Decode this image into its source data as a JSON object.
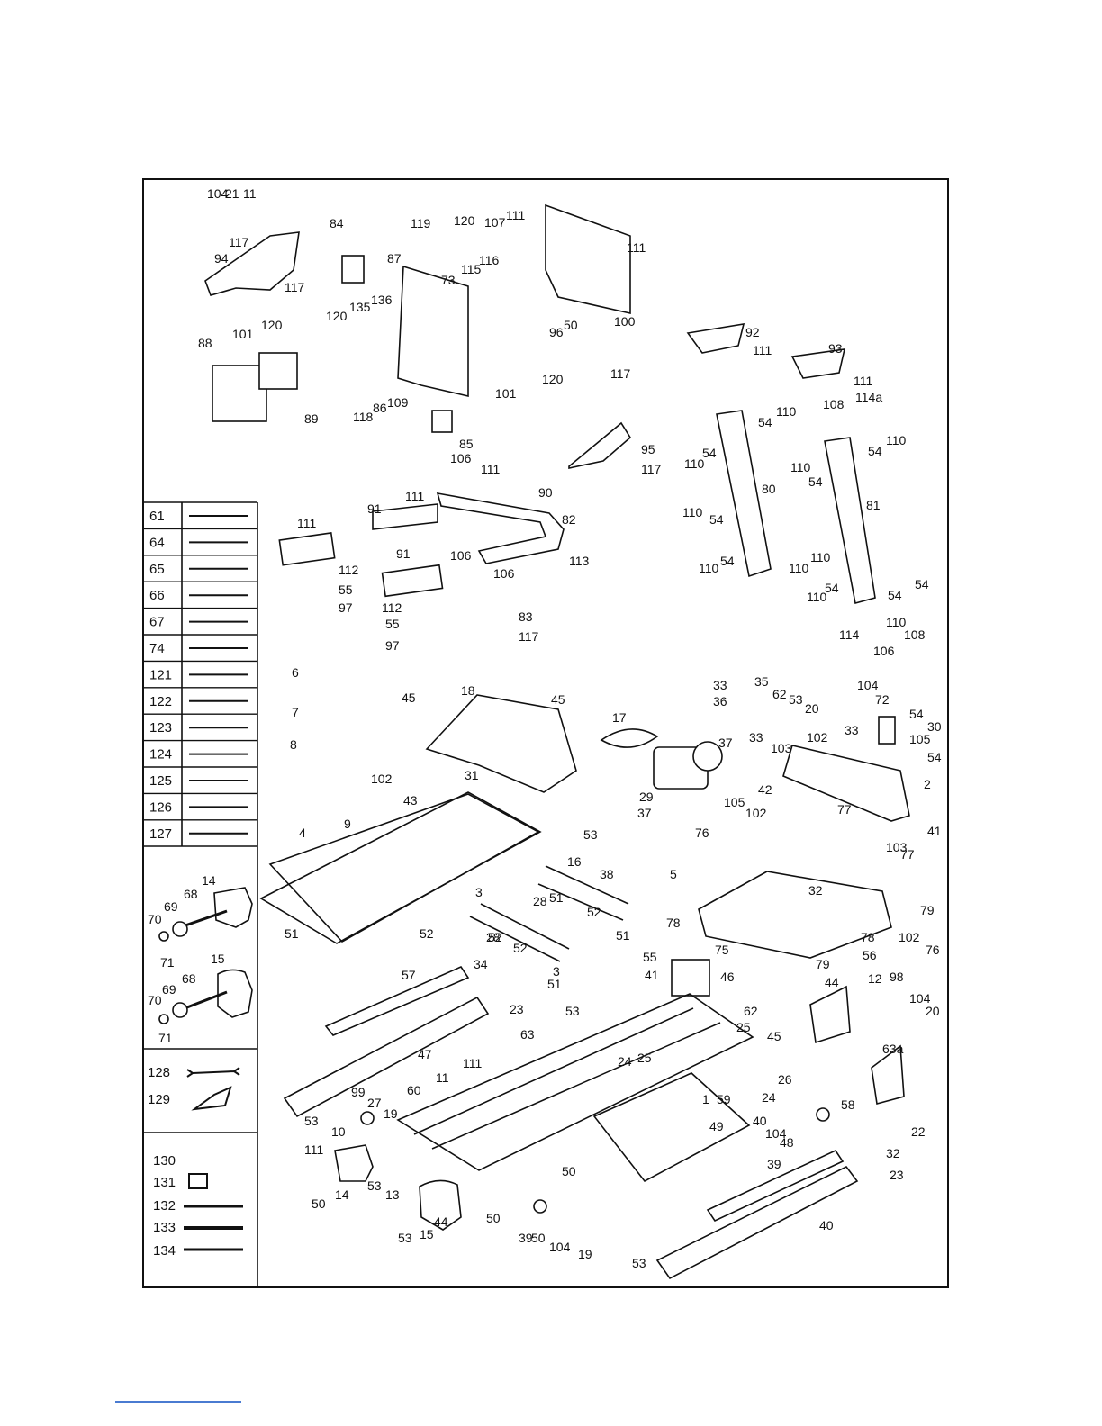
{
  "legend_rows": [
    "61",
    "64",
    "65",
    "66",
    "67",
    "74",
    "121",
    "122",
    "123",
    "124",
    "125",
    "126",
    "127"
  ],
  "legend_group_a": [
    "14",
    "69",
    "68",
    "70",
    "71",
    "15",
    "69",
    "68",
    "70",
    "71"
  ],
  "legend_group_b": [
    "128",
    "129"
  ],
  "legend_group_c": [
    "130",
    "131",
    "132",
    "133",
    "134"
  ],
  "callouts": [
    {
      "t": "84"
    },
    {
      "t": "119"
    },
    {
      "t": "120"
    },
    {
      "t": "107"
    },
    {
      "t": "111"
    },
    {
      "t": "111"
    },
    {
      "t": "117"
    },
    {
      "t": "94"
    },
    {
      "t": "117"
    },
    {
      "t": "87"
    },
    {
      "t": "73"
    },
    {
      "t": "115"
    },
    {
      "t": "116"
    },
    {
      "t": "120"
    },
    {
      "t": "135"
    },
    {
      "t": "136"
    },
    {
      "t": "120"
    },
    {
      "t": "101"
    },
    {
      "t": "88"
    },
    {
      "t": "96"
    },
    {
      "t": "50"
    },
    {
      "t": "100"
    },
    {
      "t": "101"
    },
    {
      "t": "120"
    },
    {
      "t": "89"
    },
    {
      "t": "118"
    },
    {
      "t": "86"
    },
    {
      "t": "109"
    },
    {
      "t": "85"
    },
    {
      "t": "117"
    },
    {
      "t": "95"
    },
    {
      "t": "117"
    },
    {
      "t": "92"
    },
    {
      "t": "111"
    },
    {
      "t": "93"
    },
    {
      "t": "111"
    },
    {
      "t": "110"
    },
    {
      "t": "54"
    },
    {
      "t": "114a"
    },
    {
      "t": "108"
    },
    {
      "t": "110"
    },
    {
      "t": "54"
    },
    {
      "t": "54"
    },
    {
      "t": "110"
    },
    {
      "t": "110"
    },
    {
      "t": "54"
    },
    {
      "t": "80"
    },
    {
      "t": "81"
    },
    {
      "t": "110"
    },
    {
      "t": "54"
    },
    {
      "t": "110"
    },
    {
      "t": "54"
    },
    {
      "t": "110"
    },
    {
      "t": "110"
    },
    {
      "t": "54"
    },
    {
      "t": "110"
    },
    {
      "t": "54"
    },
    {
      "t": "54"
    },
    {
      "t": "110"
    },
    {
      "t": "108"
    },
    {
      "t": "114"
    },
    {
      "t": "106"
    },
    {
      "t": "106"
    },
    {
      "t": "111"
    },
    {
      "t": "90"
    },
    {
      "t": "111"
    },
    {
      "t": "82"
    },
    {
      "t": "91"
    },
    {
      "t": "111"
    },
    {
      "t": "106"
    },
    {
      "t": "112"
    },
    {
      "t": "55"
    },
    {
      "t": "97"
    },
    {
      "t": "91"
    },
    {
      "t": "106"
    },
    {
      "t": "113"
    },
    {
      "t": "112"
    },
    {
      "t": "55"
    },
    {
      "t": "97"
    },
    {
      "t": "83"
    },
    {
      "t": "117"
    },
    {
      "t": "6"
    },
    {
      "t": "7"
    },
    {
      "t": "8"
    },
    {
      "t": "45"
    },
    {
      "t": "18"
    },
    {
      "t": "45"
    },
    {
      "t": "17"
    },
    {
      "t": "33"
    },
    {
      "t": "36"
    },
    {
      "t": "37"
    },
    {
      "t": "29"
    },
    {
      "t": "37"
    },
    {
      "t": "35"
    },
    {
      "t": "62"
    },
    {
      "t": "53"
    },
    {
      "t": "20"
    },
    {
      "t": "104"
    },
    {
      "t": "72"
    },
    {
      "t": "54"
    },
    {
      "t": "30"
    },
    {
      "t": "33"
    },
    {
      "t": "33"
    },
    {
      "t": "103"
    },
    {
      "t": "102"
    },
    {
      "t": "105"
    },
    {
      "t": "54"
    },
    {
      "t": "42"
    },
    {
      "t": "77"
    },
    {
      "t": "2"
    },
    {
      "t": "105"
    },
    {
      "t": "102"
    },
    {
      "t": "76"
    },
    {
      "t": "41"
    },
    {
      "t": "103"
    },
    {
      "t": "77"
    },
    {
      "t": "102"
    },
    {
      "t": "43"
    },
    {
      "t": "31"
    },
    {
      "t": "4"
    },
    {
      "t": "9"
    },
    {
      "t": "16"
    },
    {
      "t": "53"
    },
    {
      "t": "38"
    },
    {
      "t": "28"
    },
    {
      "t": "51"
    },
    {
      "t": "52"
    },
    {
      "t": "3"
    },
    {
      "t": "28"
    },
    {
      "t": "52"
    },
    {
      "t": "51"
    },
    {
      "t": "52"
    },
    {
      "t": "3"
    },
    {
      "t": "51"
    },
    {
      "t": "51"
    },
    {
      "t": "52"
    },
    {
      "t": "5"
    },
    {
      "t": "32"
    },
    {
      "t": "78"
    },
    {
      "t": "75"
    },
    {
      "t": "79"
    },
    {
      "t": "79"
    },
    {
      "t": "78"
    },
    {
      "t": "102"
    },
    {
      "t": "56"
    },
    {
      "t": "76"
    },
    {
      "t": "55"
    },
    {
      "t": "41"
    },
    {
      "t": "46"
    },
    {
      "t": "57"
    },
    {
      "t": "34"
    },
    {
      "t": "23"
    },
    {
      "t": "44"
    },
    {
      "t": "12"
    },
    {
      "t": "98"
    },
    {
      "t": "104"
    },
    {
      "t": "20"
    },
    {
      "t": "53"
    },
    {
      "t": "62"
    },
    {
      "t": "25"
    },
    {
      "t": "63"
    },
    {
      "t": "24"
    },
    {
      "t": "25"
    },
    {
      "t": "45"
    },
    {
      "t": "47"
    },
    {
      "t": "111"
    },
    {
      "t": "11"
    },
    {
      "t": "26"
    },
    {
      "t": "1"
    },
    {
      "t": "59"
    },
    {
      "t": "24"
    },
    {
      "t": "63a"
    },
    {
      "t": "60"
    },
    {
      "t": "99"
    },
    {
      "t": "27"
    },
    {
      "t": "53"
    },
    {
      "t": "19"
    },
    {
      "t": "40"
    },
    {
      "t": "104"
    },
    {
      "t": "48"
    },
    {
      "t": "58"
    },
    {
      "t": "49"
    },
    {
      "t": "22"
    },
    {
      "t": "10"
    },
    {
      "t": "111"
    },
    {
      "t": "14"
    },
    {
      "t": "53"
    },
    {
      "t": "50"
    },
    {
      "t": "50"
    },
    {
      "t": "39"
    },
    {
      "t": "32"
    },
    {
      "t": "23"
    },
    {
      "t": "13"
    },
    {
      "t": "44"
    },
    {
      "t": "53"
    },
    {
      "t": "15"
    },
    {
      "t": "50"
    },
    {
      "t": "39"
    },
    {
      "t": "50"
    },
    {
      "t": "104"
    },
    {
      "t": "19"
    },
    {
      "t": "53"
    },
    {
      "t": "40"
    },
    {
      "t": "104"
    },
    {
      "t": "21"
    },
    {
      "t": "11"
    }
  ],
  "colors": {
    "ink": "#111111",
    "paper": "#ffffff",
    "rule": "#4a7bd1"
  }
}
